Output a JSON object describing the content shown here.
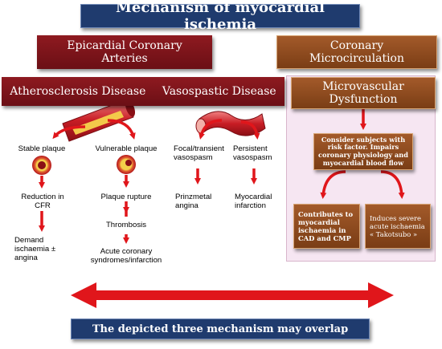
{
  "title": "Mechanism of myocardial ischemia",
  "left_header": "Epicardial Coronary Arteries",
  "right_header": "Coronary Microcirculation",
  "athero_label": "Atherosclerosis Disease",
  "vasospastic_label": "Vasospastic Disease",
  "microvascular_label": "Microvascular Dysfunction",
  "stable_plaque": "Stable plaque",
  "reduction_cfr": "Reduction in CFR",
  "demand_ischaemia": "Demand ischaemia ± angina",
  "vulnerable_plaque": "Vulnerable plaque",
  "plaque_rupture": "Plaque rupture",
  "thrombosis": "Thrombosis",
  "acute_coronary": "Acute coronary syndromes/infarction",
  "focal_vasospasm": "Focal/transient vasospasm",
  "prinzmetal": "Prinzmetal angina",
  "persistent_vasospasm": "Persistent vasospasm",
  "myocardial_infarction": "Myocardial infarction",
  "risk_factor_box": "Consider subjects with risk factor. Impairs coronary physiology and myocardial blood flow",
  "contributes_box": "Contributes to myocardial ischaemia in CAD and CMP",
  "induces_box": "Induces severe acute ischaemia « Takotsubo »",
  "footer": "The depicted three mechanism may overlap",
  "colors": {
    "navy": "#1f3b6e",
    "maroon": "#7d141a",
    "brown": "#8e4a1f",
    "arrow_red": "#e0161b",
    "panel_pink": "#f6e6f2"
  }
}
